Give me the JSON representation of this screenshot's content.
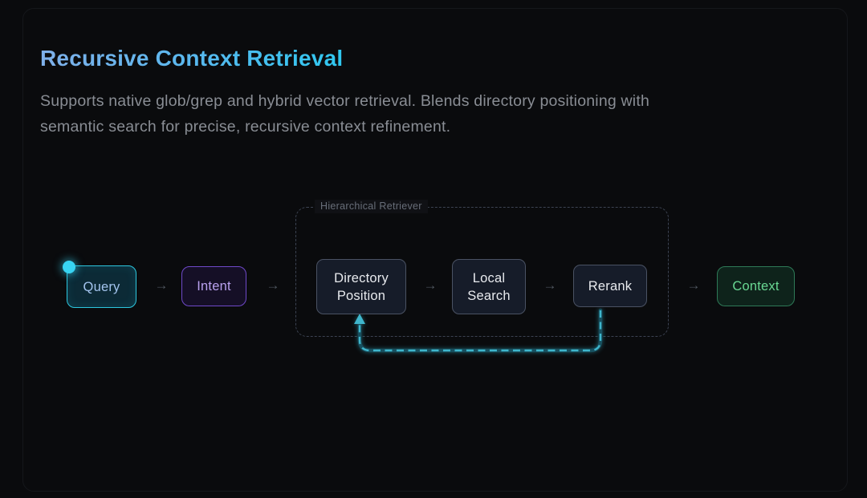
{
  "header": {
    "title": "Recursive Context Retrieval",
    "subtitle_line1": "Supports native glob/grep and hybrid vector retrieval. Blends directory positioning with",
    "subtitle_line2": "semantic search for precise, recursive context refinement."
  },
  "diagram": {
    "group": {
      "label": "Hierarchical Retriever"
    },
    "arrow_glyph": "→",
    "nodes": {
      "query": {
        "label": "Query"
      },
      "intent": {
        "label": "Intent"
      },
      "directory_position": {
        "label": "Directory Position",
        "lines": [
          "Directory",
          "Position"
        ]
      },
      "local_search": {
        "label": "Local Search",
        "lines": [
          "Local",
          "Search"
        ]
      },
      "rerank": {
        "label": "Rerank"
      },
      "context": {
        "label": "Context"
      }
    },
    "feedback_loop": {
      "from": "Rerank",
      "to": "Directory Position"
    }
  },
  "colors": {
    "background": "#0a0b0d",
    "title_gradient_start": "#7fb0ea",
    "title_gradient_end": "#2fc8f0",
    "subtitle_text": "#898d94",
    "query_accent": "#2cc7de",
    "query_dot": "#38d4f2",
    "intent_accent": "#6f49c9",
    "inner_node_border": "#4a5263",
    "context_accent": "#2e7a57",
    "context_text": "#69d893",
    "group_border": "#3c4352",
    "feedback_line": "#3fb6cc"
  }
}
